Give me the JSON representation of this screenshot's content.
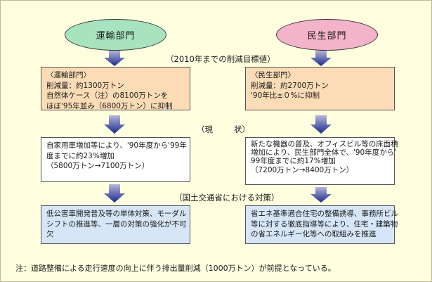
{
  "headers": {
    "transport": "運輸部門",
    "civil": "民生部門"
  },
  "sections": {
    "target": "（2010年までの削減目標値）",
    "current_left": "（現",
    "current_right": "状）",
    "measures": "（国土交通省における対策）"
  },
  "boxes": {
    "transport_target": [
      "〈運輸部門〉",
      "削減量：約1300万トン",
      "自然体ケース（注）の8100万トンを",
      "ほぼ'95年並み（6800万トン）に抑制"
    ],
    "civil_target": [
      "〈民生部門〉",
      "削減量：約2700万トン",
      "'90年比±０%に抑制"
    ],
    "transport_current": [
      "自家用車増加等により、'90年度から'99年",
      "度までに約23%増加",
      "（5800万トン→7100万トン）"
    ],
    "civil_current": [
      "新たな機器の普及、オフィスビル等の床面積",
      "増加により、民生部門全体で、'90年度から'",
      "99年度までに約17%増加",
      "（7200万トン→8400万トン）"
    ],
    "transport_measures": [
      "低公害車開発普及等の単体対策、モーダル",
      "シフトの推進等、一層の対策の強化が不可",
      "欠"
    ],
    "civil_measures": [
      "省エネ基準適合住宅の整備誘導、事務所ビル",
      "等に対する徹底指導等により、住宅・建築物",
      "の省エネルギー化等への取組みを推進"
    ]
  },
  "note": "注：道路整備による走行速度の向上に伴う排出量削減（1000万トン）が前提となっている。",
  "colors": {
    "background": "#ffffe0",
    "transport_oval": "#a8e3bf",
    "civil_oval": "#f3b3c8",
    "target_box": "#fcdcb6",
    "current_box": "#ffffff",
    "measures_box": "#d6e6f7",
    "arrow_top": "#a8aacf",
    "arrow_bottom": "#1a2a8c"
  }
}
